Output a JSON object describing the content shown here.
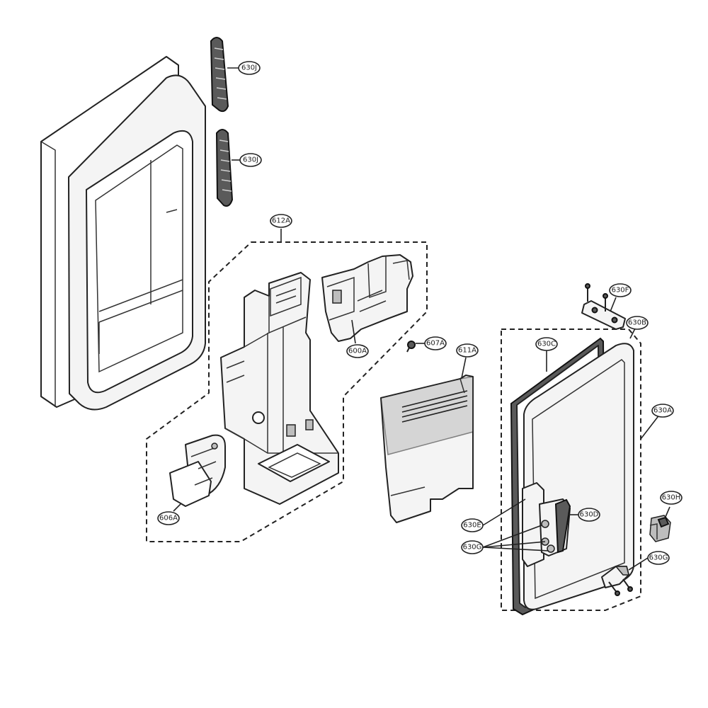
{
  "callouts": {
    "c630J_top": "630J",
    "c630J_bottom": "630J",
    "c612A": "612A",
    "c600A": "600A",
    "c607A": "607A",
    "c611A": "611A",
    "c606A": "606A",
    "c630F": "630F",
    "c630B": "630B",
    "c630C": "630C",
    "c630A": "630A",
    "c630H": "630H",
    "c630D": "630D",
    "c630E": "630E",
    "c630G_left": "630G",
    "c630G_right": "630G"
  },
  "colors": {
    "line": "#222222",
    "part_fill": "#f4f4f4",
    "gasket": "#5a5a5a"
  }
}
